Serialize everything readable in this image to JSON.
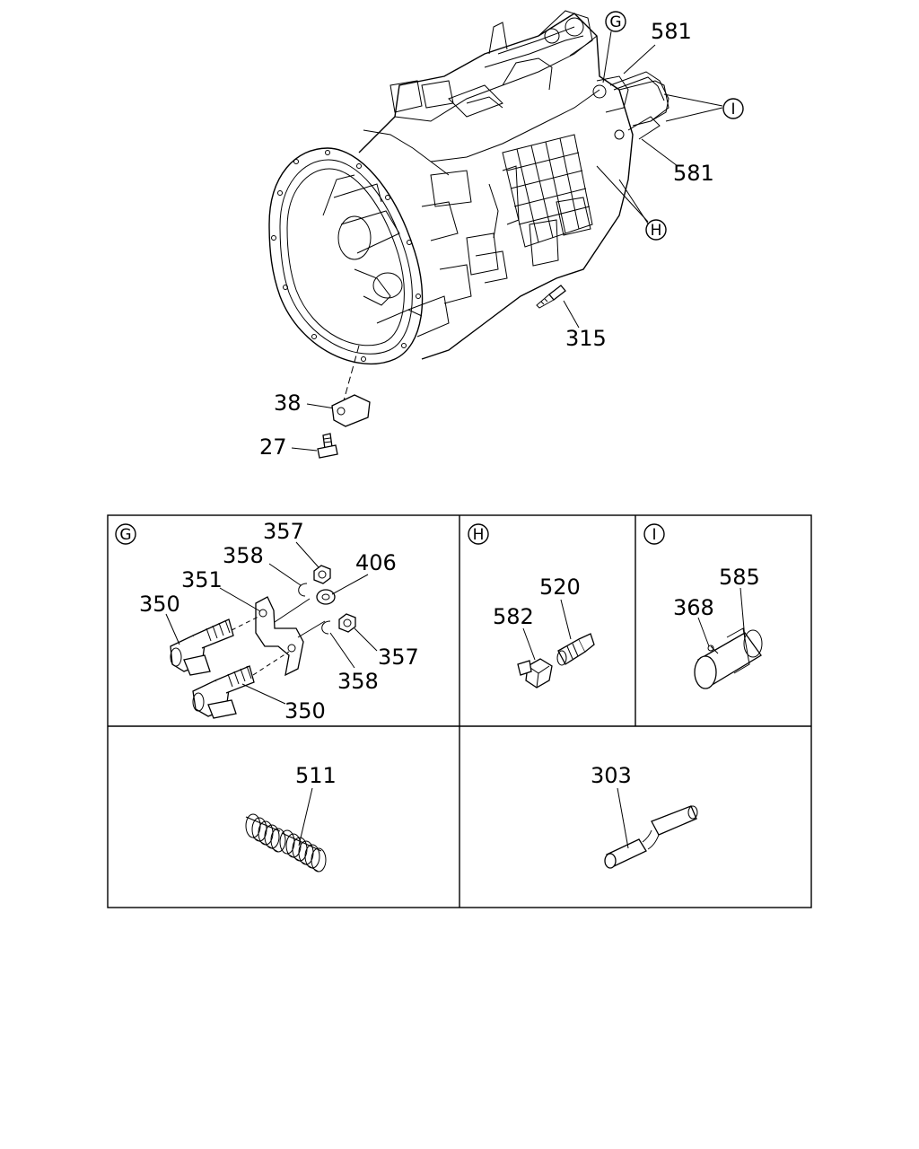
{
  "callouts": {
    "c581a": "581",
    "c581b": "581",
    "c315": "315",
    "c38": "38",
    "c27": "27",
    "c357a": "357",
    "c358a": "358",
    "c406": "406",
    "c351": "351",
    "c350a": "350",
    "c357b": "357",
    "c358b": "358",
    "c350b": "350",
    "c520": "520",
    "c582": "582",
    "c585": "585",
    "c368": "368",
    "c511": "511",
    "c303": "303"
  },
  "detail_markers": {
    "g": "G",
    "h": "H",
    "i": "I"
  },
  "icons": {
    "transmission": "transmission-assembly-drawing",
    "bracket": "bracket-drawing",
    "plug": "plug-drawing",
    "switch": "switch-drawing",
    "spring": "spring-drawing",
    "pin": "pin-drawing"
  }
}
